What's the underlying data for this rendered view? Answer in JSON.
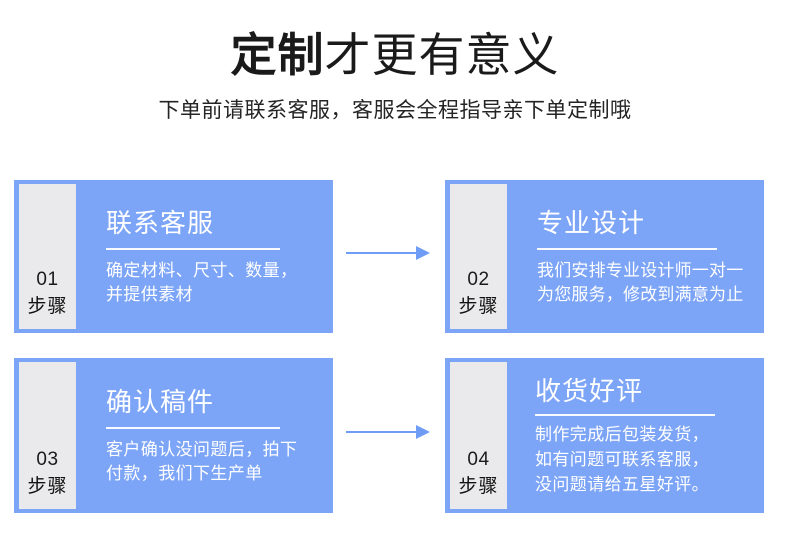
{
  "header": {
    "title_strong": "定制",
    "title_rest": "才更有意义",
    "subtitle": "下单前请联系客服，客服会全程指导亲下单定制哦"
  },
  "colors": {
    "card_blue": "#7ca4f7",
    "step_gray": "#eaeaec",
    "arrow_blue": "#6f9cf4",
    "title_text": "#1a1a1a",
    "card_text": "#ffffff",
    "page_background": "#ffffff"
  },
  "steps": [
    {
      "number": "01",
      "word": "步骤",
      "title": "联系客服",
      "desc_lines": [
        "确定材料、尺寸、数量，",
        "并提供素材"
      ]
    },
    {
      "number": "02",
      "word": "步骤",
      "title": "专业设计",
      "desc_lines": [
        "我们安排专业设计师一对一",
        "为您服务，修改到满意为止"
      ]
    },
    {
      "number": "03",
      "word": "步骤",
      "title": "确认稿件",
      "desc_lines": [
        "客户确认没问题后，拍下",
        "付款，我们下生产单"
      ]
    },
    {
      "number": "04",
      "word": "步骤",
      "title": "收货好评",
      "desc_lines": [
        "制作完成后包装发货，",
        "如有问题可联系客服，",
        "没问题请给五星好评。"
      ]
    }
  ],
  "arrows": [
    {
      "name": "arrow-step-01-to-02",
      "direction": "right"
    },
    {
      "name": "arrow-step-03-to-04",
      "direction": "right"
    }
  ]
}
